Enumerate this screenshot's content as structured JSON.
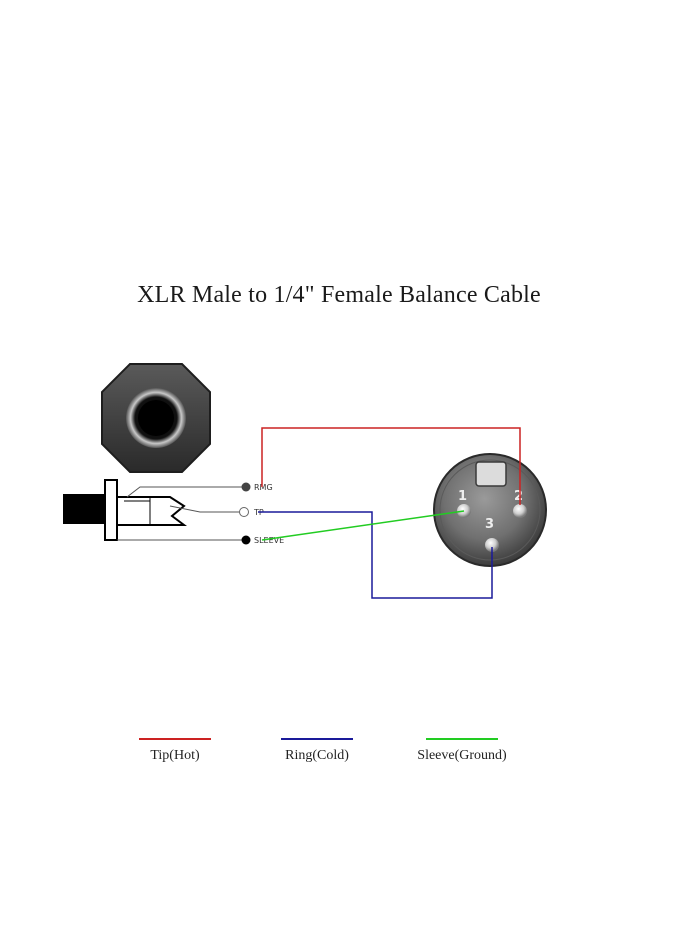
{
  "title": "XLR Male to 1/4\" Female Balance Cable",
  "jack_labels": {
    "ring": "RMG",
    "tip": "TP",
    "sleeve": "SLEEVE"
  },
  "xlr_pins": {
    "pin1": "1",
    "pin2": "2",
    "pin3": "3"
  },
  "colors": {
    "tip_hot": "#cc2222",
    "ring_cold": "#1a1a9a",
    "sleeve_ground": "#22cc22"
  },
  "legend": [
    {
      "label": "Tip(Hot)",
      "color": "#cc2222"
    },
    {
      "label": "Ring(Cold)",
      "color": "#1a1a9a"
    },
    {
      "label": "Sleeve(Ground)",
      "color": "#22cc22"
    }
  ]
}
